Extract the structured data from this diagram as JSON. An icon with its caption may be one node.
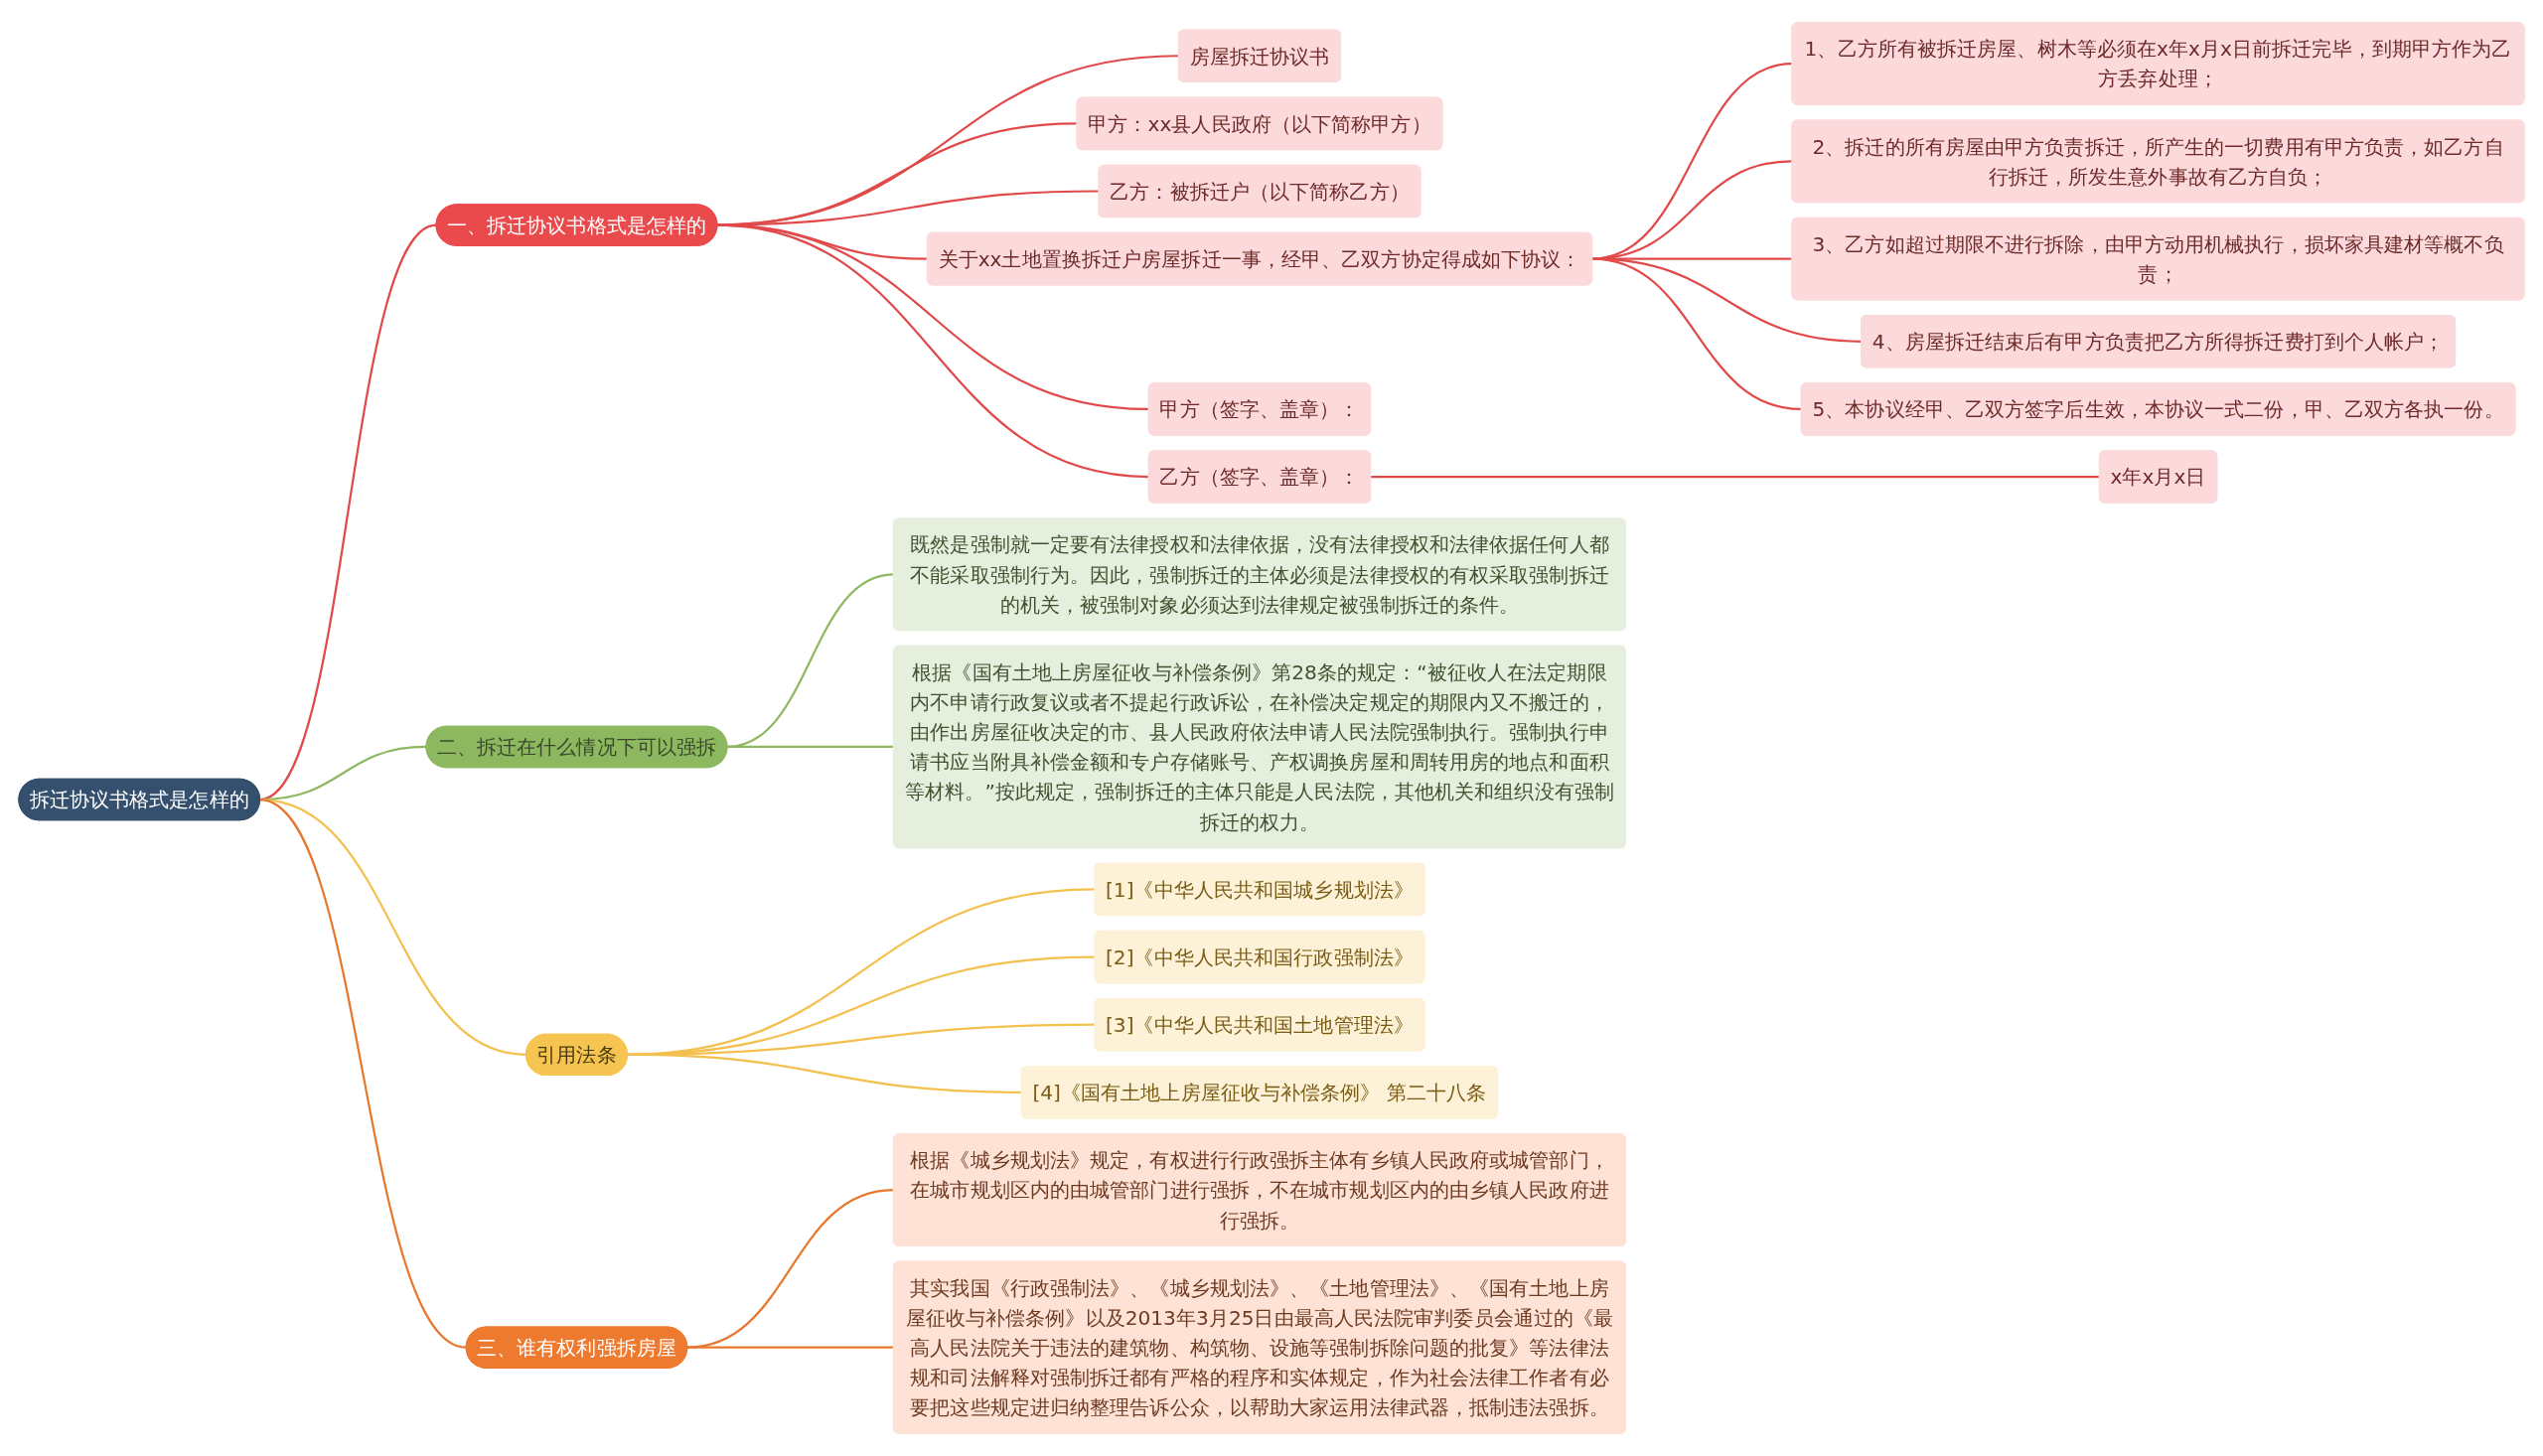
{
  "diagram": {
    "nodes": [
      {
        "text": [
          "拆迁协议书格式是怎样的"
        ]
      },
      {
        "text": [
          "一、拆迁协议书格式是怎样的"
        ]
      },
      {
        "text": [
          "房屋拆迁协议书"
        ]
      },
      {
        "text": [
          "甲方：xx县人民政府（以下简称甲方）"
        ]
      },
      {
        "text": [
          "乙方：被拆迁户（以下简称乙方）"
        ]
      },
      {
        "text": [
          "关于xx土地置换拆迁户房屋拆迁一事，经甲、乙双方协定得成如下协议："
        ]
      },
      {
        "text": [
          "1、乙方所有被拆迁房屋、树木等必须在x年x月x日前拆迁完毕，到期甲方作为乙方丢弃处理；"
        ]
      },
      {
        "text": [
          "2、拆迁的所有房屋由甲方负责拆迁，所产生的一切费用有甲方负责，如乙方自行拆迁，所发生意外事故有乙方自负；"
        ]
      },
      {
        "text": [
          "3、乙方如超过期限不进行拆除，由甲方动用机械执行，损坏家具建材等概不负责；"
        ]
      },
      {
        "text": [
          "4、房屋拆迁结束后有甲方负责把乙方所得拆迁费打到个人帐户；"
        ]
      },
      {
        "text": [
          "5、本协议经甲、乙双方签字后生效，本协议一式二份，甲、乙双方各执一份。"
        ]
      },
      {
        "text": [
          "甲方（签字、盖章）："
        ]
      },
      {
        "text": [
          "乙方（签字、盖章）："
        ]
      },
      {
        "text": [
          "x年x月x日"
        ]
      },
      {
        "text": [
          "二、拆迁在什么情况下可以强拆"
        ]
      },
      {
        "text": [
          "既然是强制就一定要有法律授权和法律依据，没有法律授权和法律依据任何人都不能采取强制行为。因此，强制拆迁的主体必须是法律授权的有权采取强制拆迁的机关，被强制对象必须达到法律规定被强制拆迁的条件。"
        ]
      },
      {
        "text": [
          "根据《国有土地上房屋征收与补偿条例》第28条的规定：“被征收人在法定期限内不申请行政复议或者不提起行政诉讼，在补偿决定规定的期限内又不搬迁的，由作出房屋征收决定的市、县人民政府依法申请人民法院强制执行。强制执行申请书应当附具补偿金额和专户存储账号、产权调换房屋和周转用房的地点和面积等材料。”按此规定，强制拆迁的主体只能是人民法院，其他机关和组织没有强制拆迁的权力。"
        ]
      },
      {
        "text": [
          "引用法条"
        ]
      },
      {
        "text": [
          "[1]《中华人民共和国城乡规划法》"
        ]
      },
      {
        "text": [
          "[2]《中华人民共和国行政强制法》"
        ]
      },
      {
        "text": [
          "[3]《中华人民共和国土地管理法》"
        ]
      },
      {
        "text": [
          "[4]《国有土地上房屋征收与补偿条例》 第二十八条"
        ]
      },
      {
        "text": [
          "三、谁有权利强拆房屋"
        ]
      },
      {
        "text": [
          "根据《城乡规划法》规定，有权进行行政强拆主体有乡镇人民政府或城管部门，在城市规划区内的由城管部门进行强拆，不在城市规划区内的由乡镇人民政府进行强拆。"
        ]
      },
      {
        "text": [
          "其实我国《行政强制法》、《城乡规划法》、《土地管理法》、《国有土地上房屋征收与补偿条例》以及2013年3月25日由最高人民法院审判委员会通过的《最高人民法院关于违法的建筑物、构筑物、设施等强制拆除问题的批复》等法律法规和司法解释对强制拆迁都有严格的程序和实体规定，作为社会法律工作者有必要把这些规定进归纳整理告诉公众，以帮助大家运用法律武器，抵制违法强拆。"
        ]
      }
    ],
    "edges": [
      {
        "from": 0,
        "to": 1,
        "arrow": "none"
      },
      {
        "from": 1,
        "to": 2,
        "arrow": "none"
      },
      {
        "from": 1,
        "to": 3,
        "arrow": "none"
      },
      {
        "from": 1,
        "to": 4,
        "arrow": "none"
      },
      {
        "from": 1,
        "to": 5,
        "arrow": "none"
      },
      {
        "from": 5,
        "to": 6,
        "arrow": "none"
      },
      {
        "from": 5,
        "to": 7,
        "arrow": "none"
      },
      {
        "from": 5,
        "to": 8,
        "arrow": "none"
      },
      {
        "from": 5,
        "to": 9,
        "arrow": "none"
      },
      {
        "from": 5,
        "to": 10,
        "arrow": "none"
      },
      {
        "from": 1,
        "to": 11,
        "arrow": "none"
      },
      {
        "from": 1,
        "to": 12,
        "arrow": "none"
      },
      {
        "from": 12,
        "to": 13,
        "arrow": "none"
      },
      {
        "from": 0,
        "to": 14,
        "arrow": "none",
        "color": "#8db860"
      },
      {
        "from": 14,
        "to": 15,
        "arrow": "none",
        "color": "#8db860"
      },
      {
        "from": 14,
        "to": 16,
        "arrow": "none",
        "color": "#8db860"
      },
      {
        "from": 0,
        "to": 17,
        "arrow": "none",
        "color": "#f3c04d"
      },
      {
        "from": 17,
        "to": 18,
        "arrow": "none",
        "color": "#f3c04d"
      },
      {
        "from": 17,
        "to": 19,
        "arrow": "none",
        "color": "#f3c04d"
      },
      {
        "from": 17,
        "to": 20,
        "arrow": "none",
        "color": "#f3c04d"
      },
      {
        "from": 17,
        "to": 21,
        "arrow": "none",
        "color": "#f3c04d"
      },
      {
        "from": 0,
        "to": 22,
        "arrow": "none",
        "color": "#e8772e"
      },
      {
        "from": 22,
        "to": 23,
        "arrow": "none",
        "color": "#e8772e"
      },
      {
        "from": 22,
        "to": 24,
        "arrow": "none",
        "color": "#e8772e"
      }
    ]
  }
}
